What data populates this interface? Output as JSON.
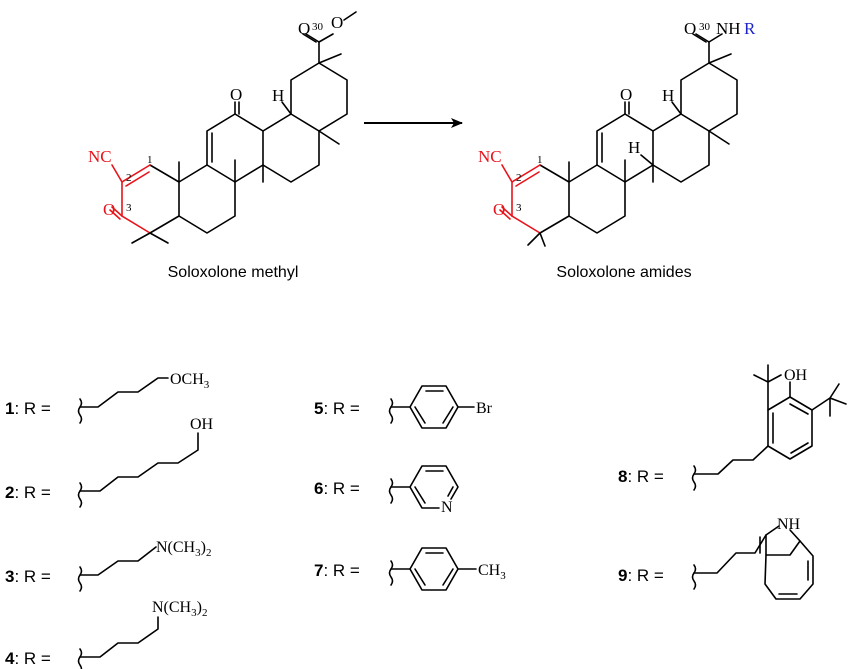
{
  "colors": {
    "highlight": "#e8141b",
    "r_group": "#1c24c8",
    "ink": "#000000"
  },
  "left_structure": {
    "caption": "Soloxolone methyl",
    "ester_o_double": "O",
    "ester_o_single": "O",
    "c30": "30",
    "ketone_o": "O",
    "h_label": "H",
    "nc": "NC",
    "num_1": "1",
    "num_2": "2",
    "num_3": "3",
    "ring_o": "O"
  },
  "right_structure": {
    "caption": "Soloxolone amides",
    "amide_o": "O",
    "c30": "30",
    "nh": "NH",
    "r": "R",
    "ketone_o": "O",
    "h_top": "H",
    "h_mid": "H",
    "nc": "NC",
    "num_1": "1",
    "num_2": "2",
    "num_3": "3",
    "ring_o": "O"
  },
  "substituents": [
    {
      "num": "1",
      "sep": ": R = ",
      "text": "OCH",
      "sub": "3"
    },
    {
      "num": "2",
      "sep": ": R = ",
      "text": "OH"
    },
    {
      "num": "3",
      "sep": ": R = ",
      "text": "N(CH",
      "sub": "3",
      "close": ")",
      "sub2": "2"
    },
    {
      "num": "4",
      "sep": ": R = ",
      "text": "N(CH",
      "sub": "3",
      "close": ")",
      "sub2": "2"
    },
    {
      "num": "5",
      "sep": ": R = ",
      "text": "Br"
    },
    {
      "num": "6",
      "sep": ": R = ",
      "text": "N"
    },
    {
      "num": "7",
      "sep": ": R = ",
      "text": "CH",
      "sub": "3"
    },
    {
      "num": "8",
      "sep": ": R = ",
      "text": "OH"
    },
    {
      "num": "9",
      "sep": ": R = ",
      "text": "NH"
    }
  ]
}
